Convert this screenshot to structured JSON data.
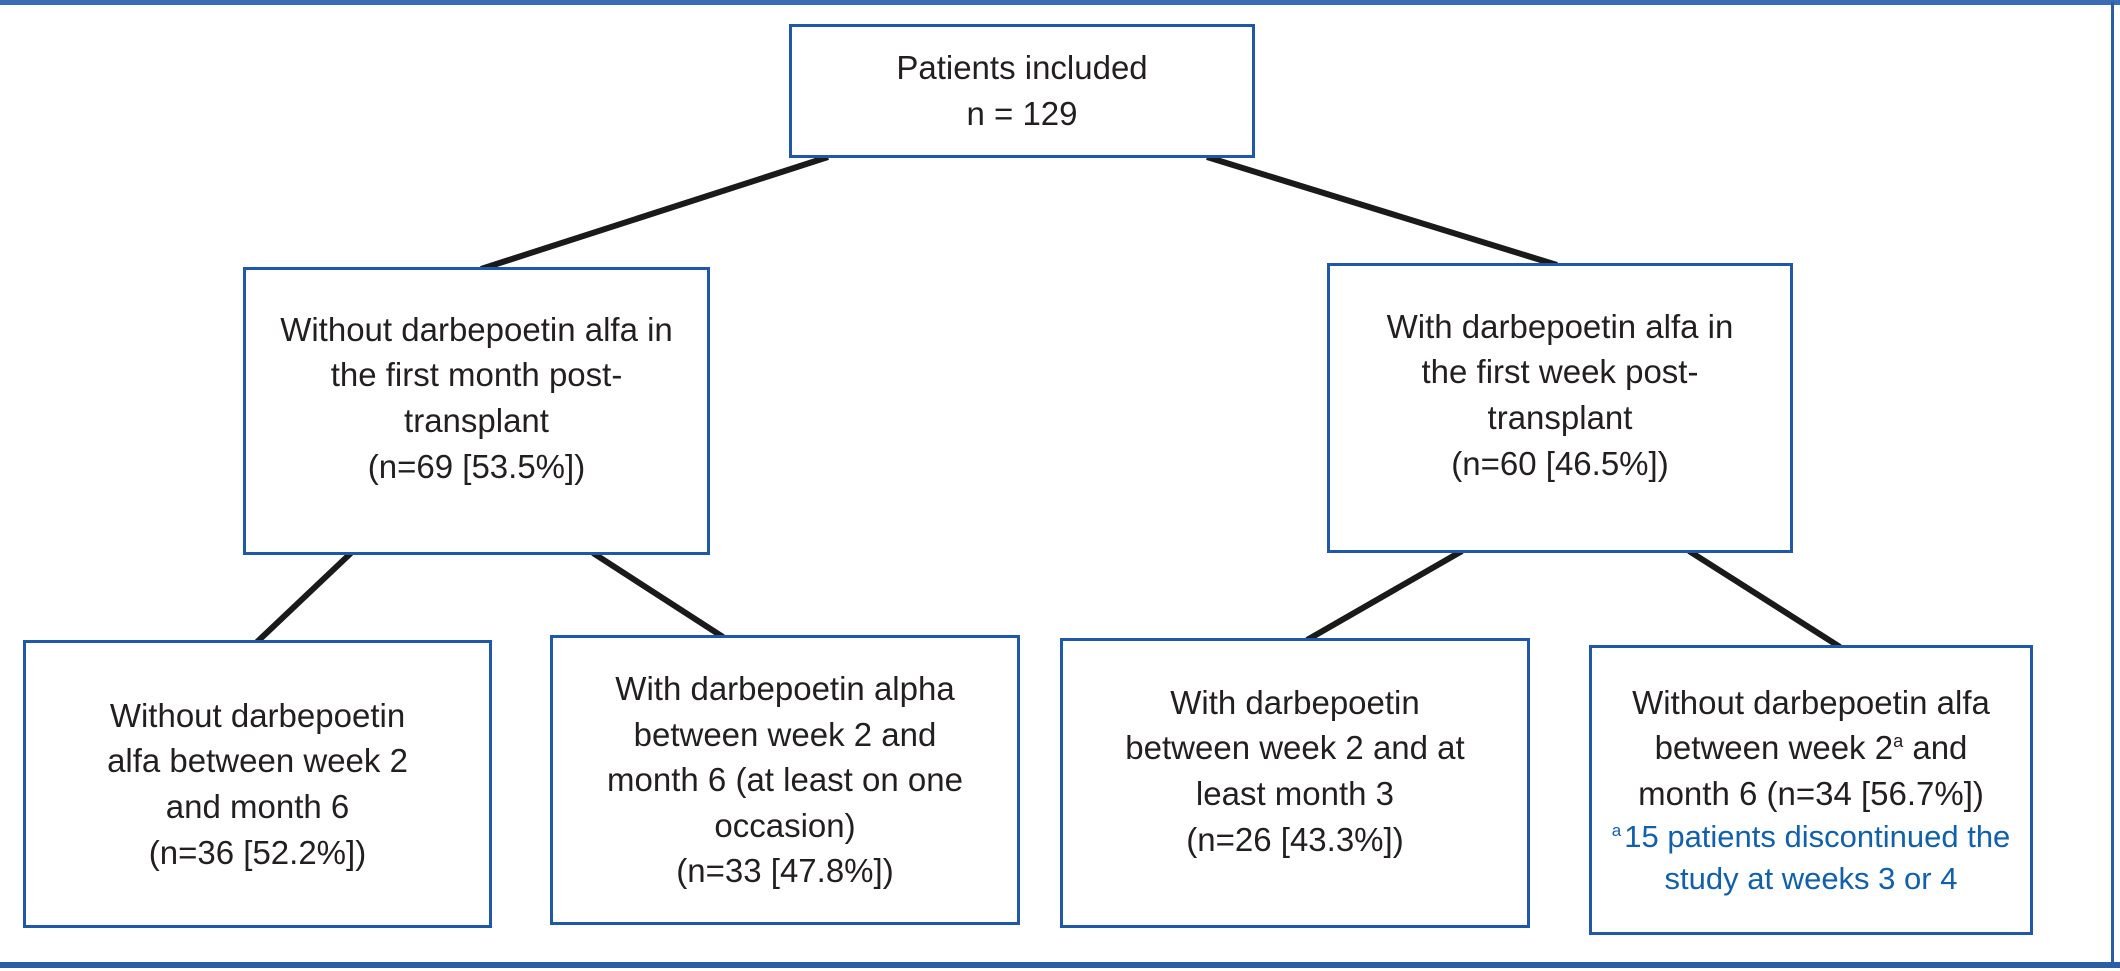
{
  "colors": {
    "box_border": "#1f58a8",
    "text": "#231f20",
    "footnote": "#1160ab",
    "connector": "#1a1a1a",
    "top_rule": "#3a6cb5",
    "bottom_rule": "#2a5ca8",
    "right_rule": "#2a5ca8",
    "bg": "#ffffff"
  },
  "nodes": {
    "root": {
      "lines": [
        "Patients included",
        "n = 129"
      ]
    },
    "without_dpo_first_month": {
      "lines": [
        "Without darbepoetin alfa in",
        "the first month post-",
        "transplant",
        "(n=69 [53.5%])"
      ]
    },
    "with_dpo_first_week": {
      "lines": [
        "With darbepoetin alfa in",
        "the first week post-",
        "transplant",
        "(n=60 [46.5%])"
      ]
    },
    "without_dpo_week2_month6": {
      "lines": [
        "Without darbepoetin",
        "alfa between week 2",
        "and month 6",
        "(n=36 [52.2%])"
      ]
    },
    "with_dpo_week2_month6": {
      "lines": [
        "With darbepoetin alpha",
        "between week 2 and",
        "month 6 (at least on one",
        "occasion)",
        "(n=33 [47.8%])"
      ]
    },
    "with_dpo_week2_month3": {
      "lines": [
        "With darbepoetin",
        "between week 2 and at",
        "least month 3",
        "(n=26 [43.3%])"
      ]
    },
    "without_dpo_week2a_month6": {
      "line1": "Without darbepoetin alfa",
      "line2_pre": "between week 2",
      "line2_sup": "a",
      "line2_post": " and",
      "line3": "month 6 (n=34 [56.7%])",
      "footnote_sup": "a",
      "footnote_lines": [
        "15 patients discontinued the",
        "study at weeks 3 or 4"
      ]
    }
  },
  "edges": [
    {
      "from": "root",
      "to": "without_dpo_first_month"
    },
    {
      "from": "root",
      "to": "with_dpo_first_week"
    },
    {
      "from": "without_dpo_first_month",
      "to": "without_dpo_week2_month6"
    },
    {
      "from": "without_dpo_first_month",
      "to": "with_dpo_week2_month6"
    },
    {
      "from": "with_dpo_first_week",
      "to": "with_dpo_week2_month3"
    },
    {
      "from": "with_dpo_first_week",
      "to": "without_dpo_week2a_month6"
    }
  ]
}
